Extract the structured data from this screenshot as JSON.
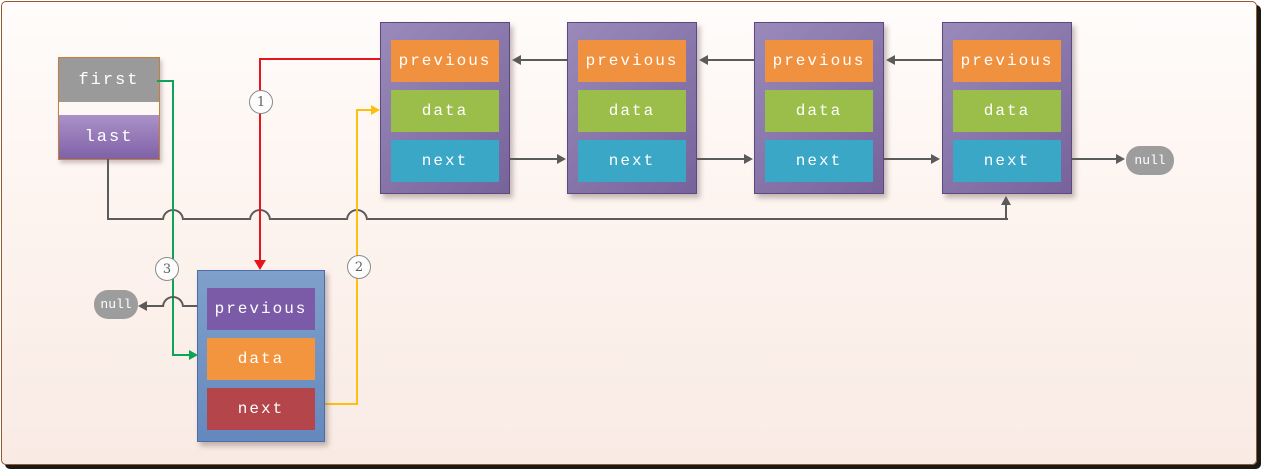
{
  "pointer_box": {
    "first": "first",
    "last": "last"
  },
  "top_nodes": [
    {
      "previous": "previous",
      "data": "data",
      "next": "next"
    },
    {
      "previous": "previous",
      "data": "data",
      "next": "next"
    },
    {
      "previous": "previous",
      "data": "data",
      "next": "next"
    },
    {
      "previous": "previous",
      "data": "data",
      "next": "next"
    }
  ],
  "new_node": {
    "previous": "previous",
    "data": "data",
    "next": "next"
  },
  "nulls": {
    "left": "null",
    "right": "null"
  },
  "steps": {
    "one": "1",
    "two": "2",
    "three": "3"
  },
  "colors": {
    "step1_line": "#e8131d",
    "step2_line": "#fdc10d",
    "step3_line": "#0ca456",
    "pointer_line": "#5b5b5b",
    "node_frame": "#8773aa",
    "previous_cell": "#f09140",
    "data_cell": "#9bbe4a",
    "next_cell": "#3ba7c7",
    "new_node_frame": "#7093c4",
    "new_previous_cell": "#7b5ba8",
    "new_data_cell": "#f3953f",
    "new_next_cell": "#b4464b",
    "null_pill": "#9d9d9d",
    "first_cell": "#9a9a9a",
    "last_cell": "#8a6cb0",
    "canvas_border": "#93582e"
  }
}
